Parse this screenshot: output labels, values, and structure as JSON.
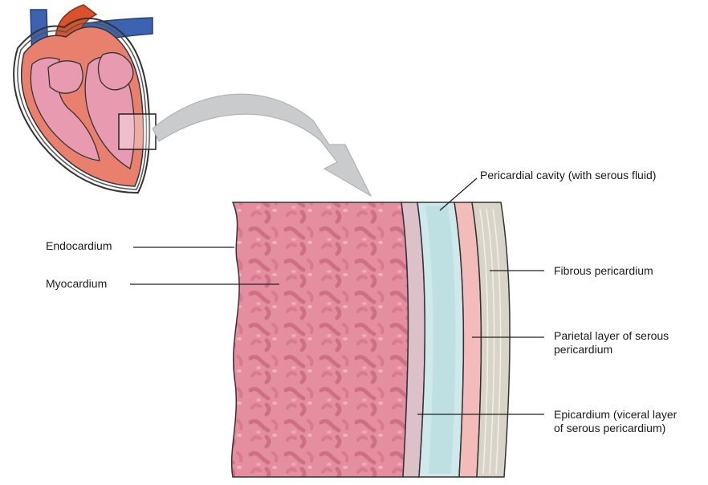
{
  "colors": {
    "heart_outer": "#e9806e",
    "heart_inner": "#e89ab0",
    "vessel_blue": "#3d62b0",
    "aorta_red": "#d9522b",
    "myocardium": "#e58ea0",
    "endocardium_band": "#dcc2c8",
    "serous_fluid": "#cfe9ea",
    "parietal_layer": "#f3bcba",
    "fibrous_layer": "#d8d4c8",
    "arrow": "#c9cbcc"
  },
  "labels": {
    "pericardial_cavity": "Pericardial cavity (with serous fluid)",
    "endocardium": "Endocardium",
    "myocardium": "Myocardium",
    "fibrous_pericardium": "Fibrous pericardium",
    "parietal_line1": "Parietal layer of serous",
    "parietal_line2": "pericardium",
    "epicardium_line1": "Epicardium (viceral layer",
    "epicardium_line2": "of serous pericardium)"
  }
}
